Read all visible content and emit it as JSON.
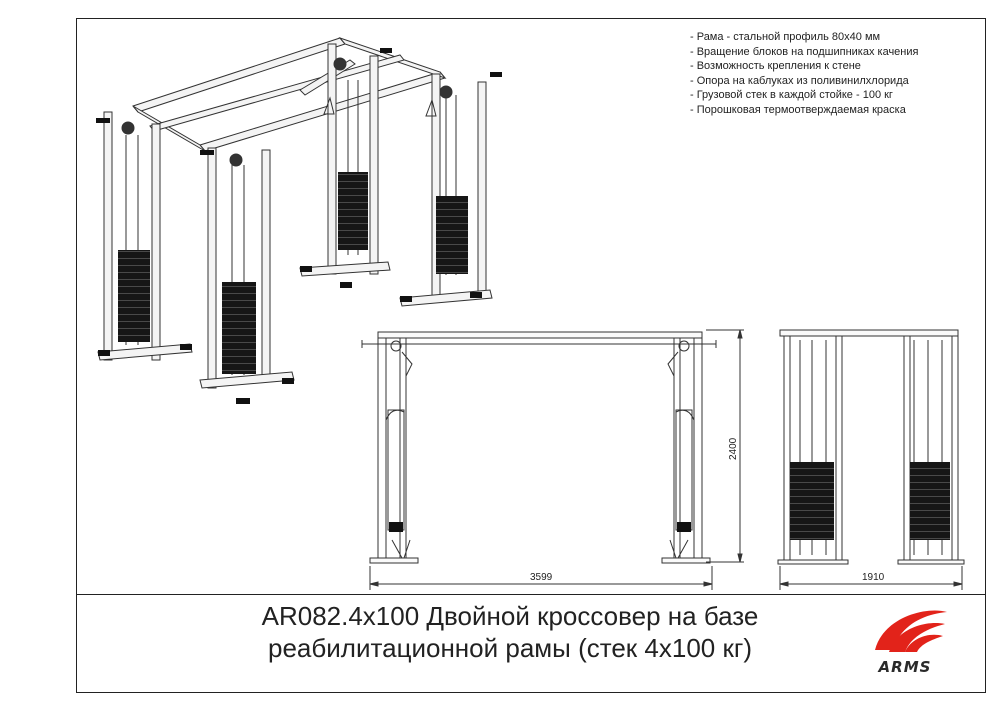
{
  "specs": [
    "- Рама - стальной профиль 80x40 мм",
    "- Вращение блоков на подшипниках качения",
    "- Возможность крепления к стене",
    "- Опора на каблуках из поливинилхлорида",
    "- Грузовой стек в каждой стойке - 100 кг",
    "- Порошковая термоотверждаемая краска"
  ],
  "title": {
    "line1": "AR082.4x100 Двойной кроссовер на базе",
    "line2": "реабилитационной рамы (стек 4x100 кг)"
  },
  "dimensions": {
    "height": "2400",
    "width_front": "3599",
    "width_side": "1910"
  },
  "logo": {
    "text": "ARMS",
    "color": "#e2231a"
  },
  "colors": {
    "frame": "#ffffff",
    "frame_outline": "#333333",
    "weight_stack": "#1a1a1a"
  }
}
